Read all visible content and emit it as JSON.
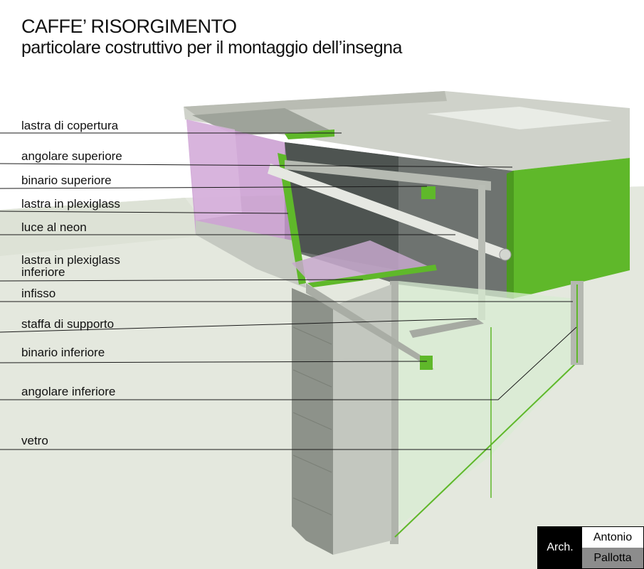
{
  "header": {
    "title": "CAFFE’ RISORGIMENTO",
    "subtitle": "particolare costruttivo per il montaggio dell’insegna"
  },
  "labels": [
    {
      "id": "lastra-di-copertura",
      "text": "lastra di copertura"
    },
    {
      "id": "angolare-superiore",
      "text": "angolare superiore"
    },
    {
      "id": "binario-superiore",
      "text": "binario superiore"
    },
    {
      "id": "lastra-in-plexiglass",
      "text": "lastra in plexiglass"
    },
    {
      "id": "luce-al-neon",
      "text": "luce al neon"
    },
    {
      "id": "lastra-in-plexiglass-inferiore",
      "text": "lastra in plexiglass\ninferiore"
    },
    {
      "id": "infisso",
      "text": "infisso"
    },
    {
      "id": "staffa-di-supporto",
      "text": "staffa di supporto"
    },
    {
      "id": "binario-inferiore",
      "text": "binario inferiore"
    },
    {
      "id": "angolare-inferiore",
      "text": "angolare inferiore"
    },
    {
      "id": "vetro",
      "text": "vetro"
    }
  ],
  "credit": {
    "prefix": "Arch.",
    "first_name": "Antonio",
    "last_name": "Pallotta"
  },
  "colors": {
    "accent_green": "#5fb82a",
    "plexiglass_pink": "#c99bd0",
    "structure_grey": "#c8ccc4",
    "ground": "#e3e8dc"
  }
}
